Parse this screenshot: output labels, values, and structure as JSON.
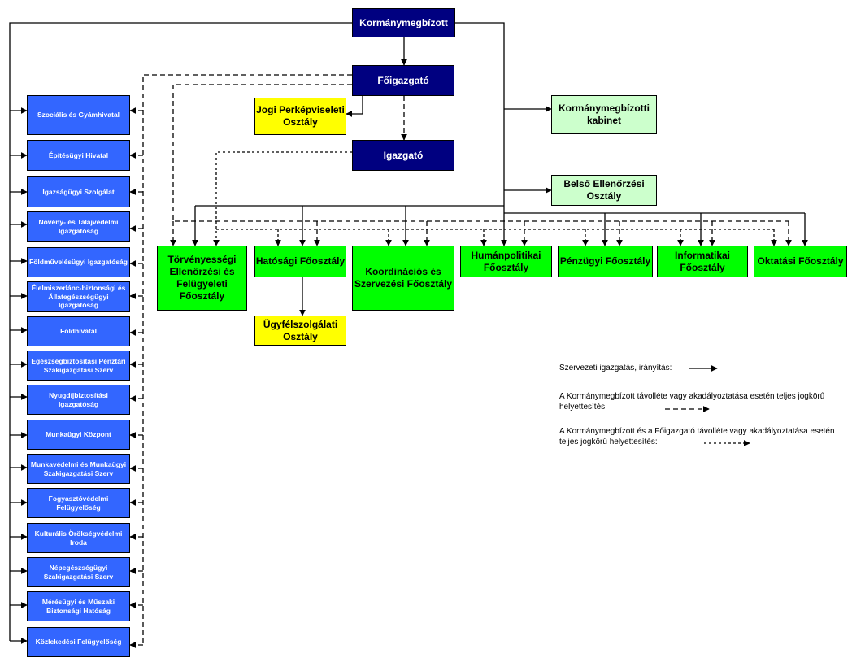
{
  "colors": {
    "navy": "#000080",
    "yellow": "#ffff00",
    "light_green": "#ccffcc",
    "green": "#00ff00",
    "blue": "#3366ff",
    "line": "#000000"
  },
  "top": {
    "kormanymegbizott": "Kormánymegbízott",
    "foigazgato": "Főigazgató",
    "igazgato": "Igazgató",
    "jogi": "Jogi Perképviseleti Osztály",
    "kabinet": "Kormánymegbízotti kabinet",
    "belso": "Belső Ellenőrzési Osztály"
  },
  "main_units": {
    "torvenyessegi": "Törvényességi Ellenőrzési és Felügyeleti Főosztály",
    "hatosagi": "Hatósági Főosztály",
    "ugyfelszolgalati": "Ügyfélszolgálati Osztály",
    "koordinacios": "Koordinációs és Szervezési Főosztály",
    "humanpolitikai": "Humánpolitikai Főosztály",
    "penzugyi": "Pénzügyi Főosztály",
    "informatikai": "Informatikai Főosztály",
    "oktatasi": "Oktatási Főosztály"
  },
  "offices": [
    "Szociális és Gyámhivatal",
    "Építésügyi Hivatal",
    "Igazságügyi Szolgálat",
    "Növény- és Talajvédelmi Igazgatóság",
    "Földművelésügyi Igazgatóság",
    "Élelmiszerlánc-biztonsági és Állategészségügyi Igazgatóság",
    "Földhivatal",
    "Egészségbiztosítási Pénztári Szakigazgatási Szerv",
    "Nyugdíjbiztosítási Igazgatóság",
    "Munkaügyi Központ",
    "Munkavédelmi és Munkaügyi Szakigazgatási Szerv",
    "Fogyasztóvédelmi Felügyelőség",
    "Kulturális Örökségvédelmi Iroda",
    "Népegészségügyi Szakigazgatási Szerv",
    "Mérésügyi és Műszaki Biztonsági Hatóság",
    "Közlekedési Felügyelőség"
  ],
  "legend": {
    "solid": "Szervezeti igazgatás, irányítás:",
    "dashed": "A Kormánymegbízott távolléte vagy akadályoztatása esetén teljes jogkörű helyettesítés:",
    "dotted": "A Kormánymegbízott és a Főigazgató távolléte vagy akadályoztatása esetén teljes jogkörű helyettesítés:"
  }
}
